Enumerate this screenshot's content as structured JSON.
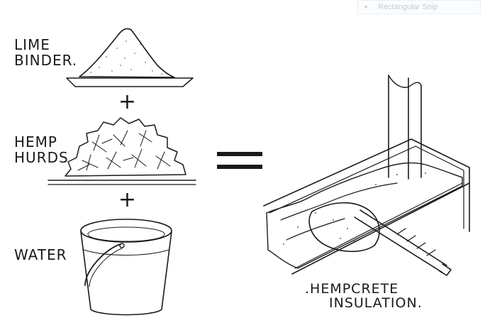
{
  "snip_tool": {
    "icon": "snip-mode-icon",
    "label": "Rectangular Snip"
  },
  "labels": {
    "lime_line1": "LIME",
    "lime_line2": "BINDER.",
    "hemp_line1": "HEMP",
    "hemp_line2": "HURDS",
    "water": "WATER",
    "result_line1": ".HEMPCRETE",
    "result_line2": "INSULATION."
  },
  "operators": {
    "plus": "+",
    "equals": "="
  }
}
